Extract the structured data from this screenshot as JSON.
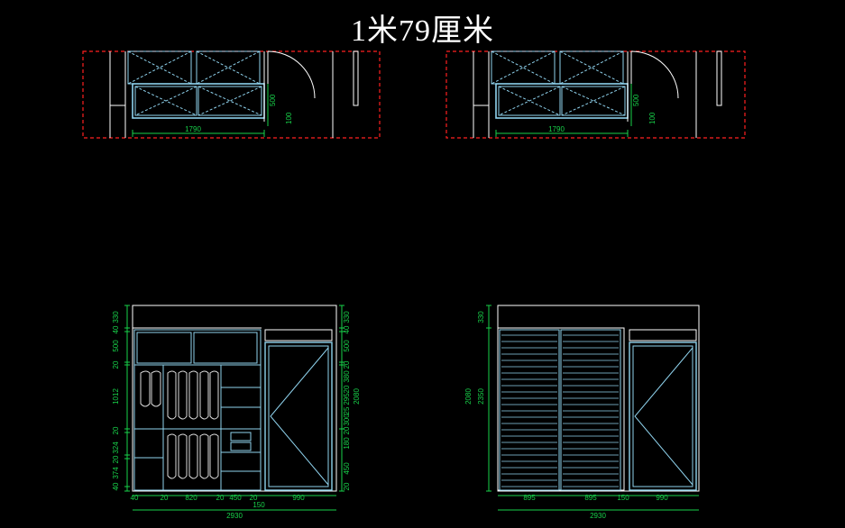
{
  "title": "1米79厘米",
  "colors": {
    "background": "#000000",
    "outline": "#ffffff",
    "cabinet": "#8fd3ee",
    "dimension": "#18d24a",
    "boundary": "#ff2020"
  },
  "plan_views": {
    "left": {
      "width_dim": "1790",
      "depth_dims": [
        "500",
        "100"
      ]
    },
    "right": {
      "width_dim": "1790",
      "depth_dims": [
        "500",
        "100"
      ]
    }
  },
  "elevation_left": {
    "left_dims": [
      "330",
      "40",
      "500",
      "20",
      "1012",
      "20",
      "324",
      "20",
      "374",
      "40"
    ],
    "right_dims": [
      "330",
      "40",
      "500",
      "20",
      "380",
      "20",
      "295",
      "25",
      "300",
      "20",
      "180",
      "450",
      "20"
    ],
    "right_total": "2080",
    "bottom_dims": [
      "40",
      "20",
      "820",
      "20",
      "450",
      "20",
      "990"
    ],
    "bottom_sub": "150",
    "total_width": "2930"
  },
  "elevation_right": {
    "left_dims": [
      "330",
      "2350"
    ],
    "left_total": "2080",
    "bottom_dims": [
      "895",
      "895",
      "150",
      "990"
    ],
    "total_width": "2930"
  }
}
